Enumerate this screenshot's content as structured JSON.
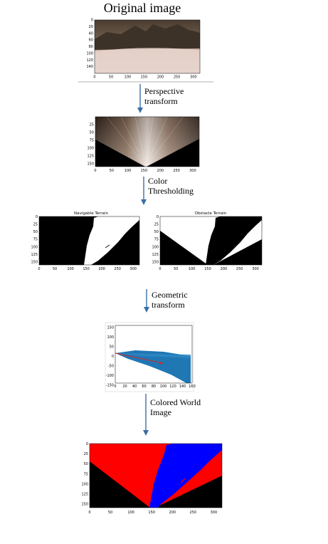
{
  "title": "Original image",
  "steps": [
    {
      "label": "Perspective\ntransform"
    },
    {
      "label": "Color\nThresholding"
    },
    {
      "label": "Geometric\ntransform"
    },
    {
      "label": "Colored World\nImage"
    }
  ],
  "panels": {
    "original": {
      "x_ticks": [
        "0",
        "50",
        "100",
        "150",
        "200",
        "250",
        "300"
      ],
      "y_ticks": [
        "0",
        "20",
        "40",
        "60",
        "80",
        "100",
        "120",
        "140"
      ]
    },
    "warped": {
      "x_ticks": [
        "0",
        "50",
        "100",
        "150",
        "200",
        "250",
        "300"
      ],
      "y_ticks": [
        "25",
        "50",
        "75",
        "100",
        "125",
        "150"
      ]
    },
    "navigable": {
      "title": "Navigable Terrain",
      "x_ticks": [
        "0",
        "50",
        "100",
        "150",
        "200",
        "250",
        "300"
      ],
      "y_ticks": [
        "0",
        "25",
        "50",
        "75",
        "100",
        "125",
        "150"
      ]
    },
    "obstacle": {
      "title": "Obstacle Terrain",
      "x_ticks": [
        "0",
        "50",
        "100",
        "150",
        "200",
        "250",
        "300"
      ],
      "y_ticks": [
        "0",
        "25",
        "50",
        "75",
        "100",
        "125",
        "150"
      ]
    },
    "rover": {
      "x_ticks": [
        "0",
        "20",
        "40",
        "60",
        "80",
        "100",
        "120",
        "140",
        "160"
      ],
      "y_ticks": [
        "150",
        "100",
        "50",
        "0",
        "-50",
        "-100",
        "-150"
      ]
    },
    "colored": {
      "x_ticks": [
        "0",
        "50",
        "100",
        "150",
        "200",
        "250",
        "300"
      ],
      "y_ticks": [
        "0",
        "25",
        "50",
        "75",
        "100",
        "125",
        "150"
      ]
    }
  },
  "colors": {
    "arrow": "#3a6ea5",
    "navigable": "#0000ff",
    "obstacle": "#ff0000",
    "rover_points": "#1f77b4",
    "mean_dir": "#d62728"
  }
}
